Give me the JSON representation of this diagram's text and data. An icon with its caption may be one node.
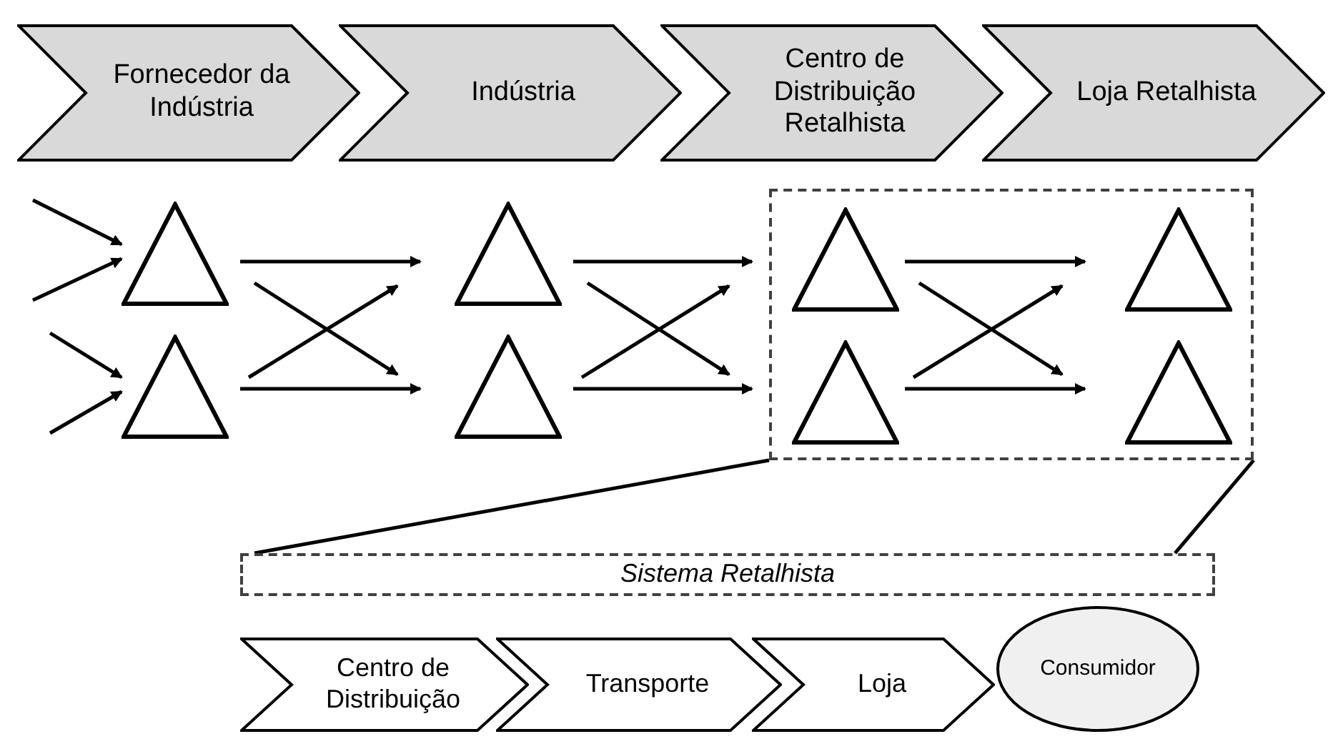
{
  "diagram": {
    "nodes": [
      {
        "text": [
          "Fornecedor da Indústria"
        ]
      },
      {
        "text": [
          "Indústria"
        ]
      },
      {
        "text": [
          "Centro de Distribuição Retalhista"
        ]
      },
      {
        "text": [
          "Loja Retalhista"
        ]
      },
      {
        "text": [],
        "shape": "triangle"
      },
      {
        "text": [],
        "shape": "triangle"
      },
      {
        "text": [],
        "shape": "triangle"
      },
      {
        "text": [],
        "shape": "triangle"
      },
      {
        "text": [],
        "shape": "box"
      },
      {
        "text": [],
        "shape": "triangle",
        "in": 8
      },
      {
        "text": [],
        "shape": "triangle",
        "in": 8
      },
      {
        "text": [],
        "shape": "triangle",
        "in": 8
      },
      {
        "text": [],
        "shape": "triangle",
        "in": 8
      },
      {
        "text": [
          "Sistema Retalhista"
        ]
      },
      {
        "text": [
          "Centro de Distribuição"
        ]
      },
      {
        "text": [
          "Transporte"
        ]
      },
      {
        "text": [
          "Loja"
        ]
      },
      {
        "text": [
          "Consumidor"
        ]
      }
    ],
    "edges": [
      {
        "from": null,
        "to": 4,
        "arrow": "to"
      },
      {
        "from": null,
        "to": 4,
        "arrow": "to"
      },
      {
        "from": null,
        "to": 5,
        "arrow": "to"
      },
      {
        "from": null,
        "to": 5,
        "arrow": "to"
      },
      {
        "from": 4,
        "to": 6,
        "arrow": "to"
      },
      {
        "from": 4,
        "to": 7,
        "arrow": "to"
      },
      {
        "from": 5,
        "to": 6,
        "arrow": "to"
      },
      {
        "from": 5,
        "to": 7,
        "arrow": "to"
      },
      {
        "from": 6,
        "to": 9,
        "arrow": "to"
      },
      {
        "from": 6,
        "to": 10,
        "arrow": "to"
      },
      {
        "from": 7,
        "to": 9,
        "arrow": "to"
      },
      {
        "from": 7,
        "to": 10,
        "arrow": "to"
      },
      {
        "from": 9,
        "to": 11,
        "arrow": "to"
      },
      {
        "from": 9,
        "to": 12,
        "arrow": "to"
      },
      {
        "from": 10,
        "to": 11,
        "arrow": "to"
      },
      {
        "from": 10,
        "to": 12,
        "arrow": "to"
      },
      {
        "from": 8,
        "to": 13,
        "arrow": "none"
      },
      {
        "from": 8,
        "to": 13,
        "arrow": "none"
      }
    ]
  }
}
